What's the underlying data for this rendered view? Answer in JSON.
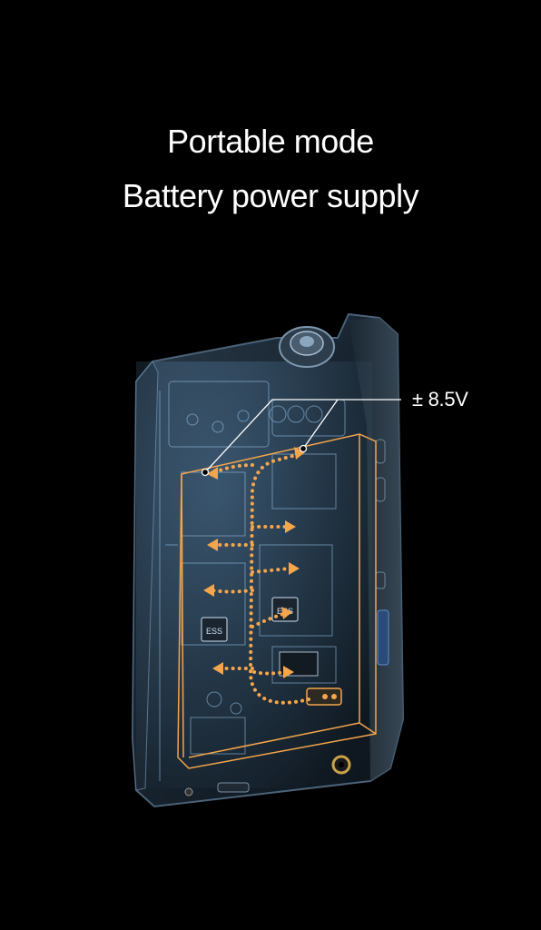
{
  "headline": {
    "line1": "Portable mode",
    "line2": "Battery power supply"
  },
  "callout": {
    "voltage_label": "± 8.5V"
  },
  "image": {
    "subject": "device-xray-circuit-board",
    "accent_color": "#f5a54a",
    "body_color": "#223240",
    "glow_color": "#7fb6e6"
  }
}
